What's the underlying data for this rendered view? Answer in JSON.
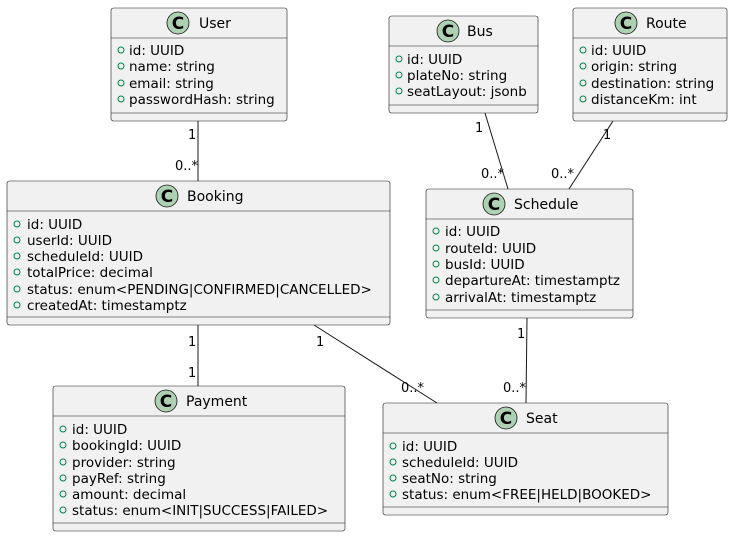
{
  "classes": {
    "user": {
      "stereotype": "C",
      "name": "User",
      "attributes": [
        "id: UUID",
        "name: string",
        "email: string",
        "passwordHash: string"
      ]
    },
    "bus": {
      "stereotype": "C",
      "name": "Bus",
      "attributes": [
        "id: UUID",
        "plateNo: string",
        "seatLayout: jsonb"
      ]
    },
    "route": {
      "stereotype": "C",
      "name": "Route",
      "attributes": [
        "id: UUID",
        "origin: string",
        "destination: string",
        "distanceKm: int"
      ]
    },
    "booking": {
      "stereotype": "C",
      "name": "Booking",
      "attributes": [
        "id: UUID",
        "userId: UUID",
        "scheduleId: UUID",
        "totalPrice: decimal",
        "status: enum<PENDING|CONFIRMED|CANCELLED>",
        "createdAt: timestamptz"
      ]
    },
    "schedule": {
      "stereotype": "C",
      "name": "Schedule",
      "attributes": [
        "id: UUID",
        "routeId: UUID",
        "busId: UUID",
        "departureAt: timestamptz",
        "arrivalAt: timestamptz"
      ]
    },
    "payment": {
      "stereotype": "C",
      "name": "Payment",
      "attributes": [
        "id: UUID",
        "bookingId: UUID",
        "provider: string",
        "payRef: string",
        "amount: decimal",
        "status: enum<INIT|SUCCESS|FAILED>"
      ]
    },
    "seat": {
      "stereotype": "C",
      "name": "Seat",
      "attributes": [
        "id: UUID",
        "scheduleId: UUID",
        "seatNo: string",
        "status: enum<FREE|HELD|BOOKED>"
      ]
    }
  },
  "relations": [
    {
      "from": "user",
      "to": "booking",
      "from_mult": "1",
      "to_mult": "0..*"
    },
    {
      "from": "bus",
      "to": "schedule",
      "from_mult": "1",
      "to_mult": "0..*"
    },
    {
      "from": "route",
      "to": "schedule",
      "from_mult": "1",
      "to_mult": "0..*"
    },
    {
      "from": "booking",
      "to": "payment",
      "from_mult": "1",
      "to_mult": "1"
    },
    {
      "from": "booking",
      "to": "seat",
      "from_mult": "1",
      "to_mult": "0..*"
    },
    {
      "from": "schedule",
      "to": "seat",
      "from_mult": "1",
      "to_mult": "0..*"
    }
  ],
  "colors": {
    "class_fill": "#f1f1f1",
    "border": "#181818",
    "stereotype_circle": "#add1b2",
    "visibility_marker": "#038048"
  }
}
